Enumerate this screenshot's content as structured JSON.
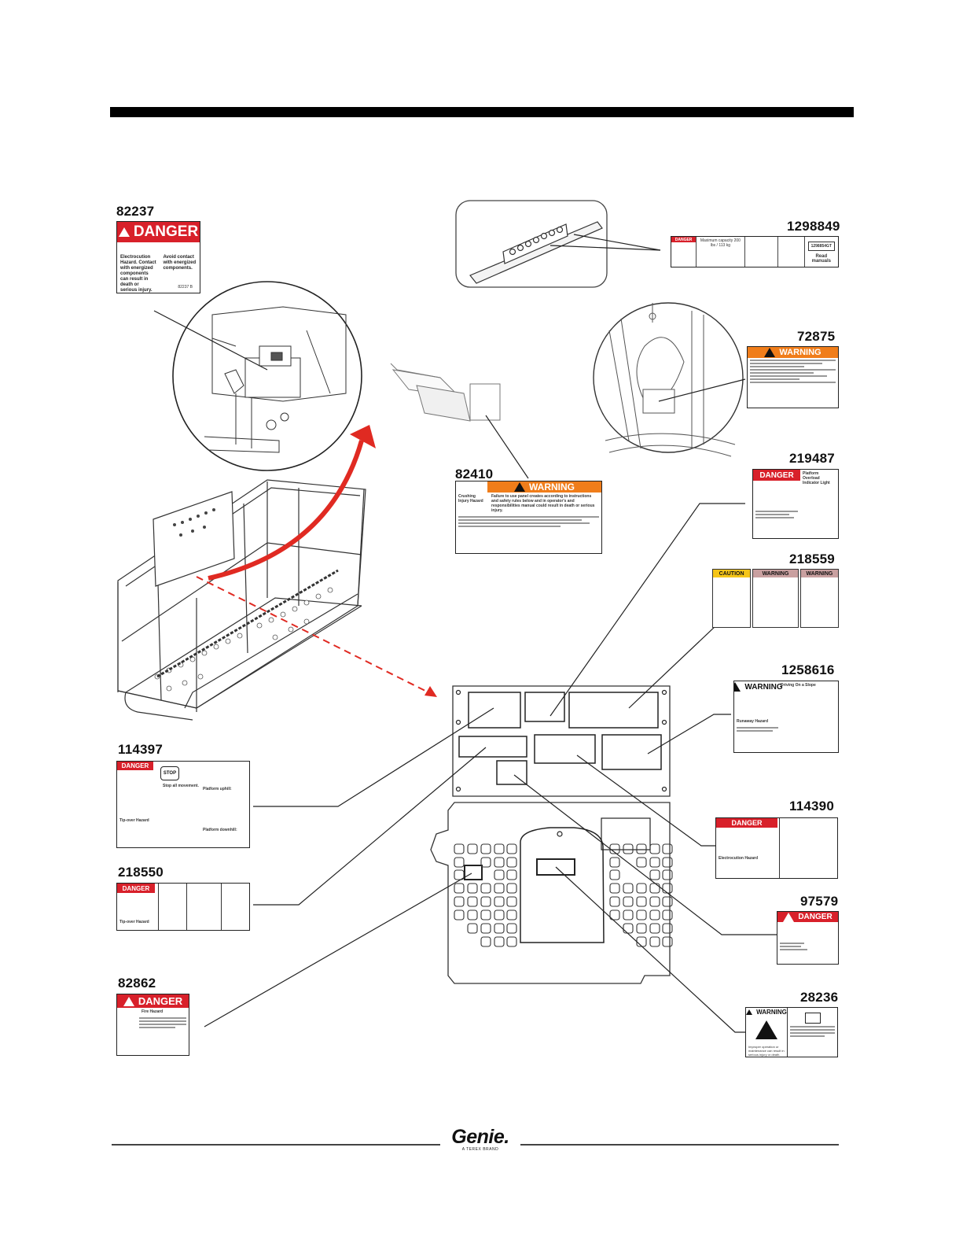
{
  "labels": {
    "l82237": "82237",
    "l1298849": "1298849",
    "l72875": "72875",
    "l219487": "219487",
    "l82410": "82410",
    "l218559": "218559",
    "l1258616": "1258616",
    "l114397": "114397",
    "l114390": "114390",
    "l218550": "218550",
    "l97579": "97579",
    "l82862": "82862",
    "l28236": "28236"
  },
  "decals": {
    "d82237": {
      "header": "DANGER",
      "left": "Electrocution Hazard. Contact with energized components can result in death or serious injury.",
      "right": "Avoid contact with energized components.",
      "code": "82237 B"
    },
    "d1298849": {
      "header": "DANGER",
      "cap": "Maximum capacity 200 lbs / 113 kg",
      "part": "1298854GT",
      "read": "Read manuals"
    },
    "d72875": {
      "header": "WARNING"
    },
    "d219487": {
      "header": "DANGER",
      "title": "Platform Overload Indicator Light"
    },
    "d82410": {
      "header": "WARNING",
      "col1_title": "Crushing Injury Hazard",
      "col2_title": "Failure to use panel creates according to instructions and safety rules below and in operator's and responsibilities manual could result in death or serious injury."
    },
    "d218559": {
      "h1": "CAUTION",
      "h2": "WARNING",
      "h3": "WARNING"
    },
    "d1258616": {
      "header": "WARNING",
      "title": "Driving On a Slope",
      "sub": "Runaway Hazard"
    },
    "d114397": {
      "header": "DANGER",
      "stop": "STOP",
      "stop_text": "Stop all movement.",
      "tip": "Tip-over Hazard",
      "p_uphill": "Platform uphill:",
      "p_downhill": "Platform downhill:"
    },
    "d114390": {
      "header": "DANGER",
      "haz": "Electrocution Hazard"
    },
    "d218550": {
      "header": "DANGER",
      "tip": "Tip-over Hazard"
    },
    "d97579": {
      "header": "DANGER"
    },
    "d82862": {
      "header": "DANGER",
      "haz": "Fire Hazard"
    },
    "d28236": {
      "header": "WARNING",
      "text": "Improper operation or maintenance can result in serious injury or death."
    }
  },
  "brand": {
    "name": "Genie.",
    "sub": "A TEREX BRAND"
  },
  "colors": {
    "danger": "#d8202a",
    "warning": "#f07d1a",
    "caution": "#f5c518",
    "arrow_red": "#e02a22"
  }
}
